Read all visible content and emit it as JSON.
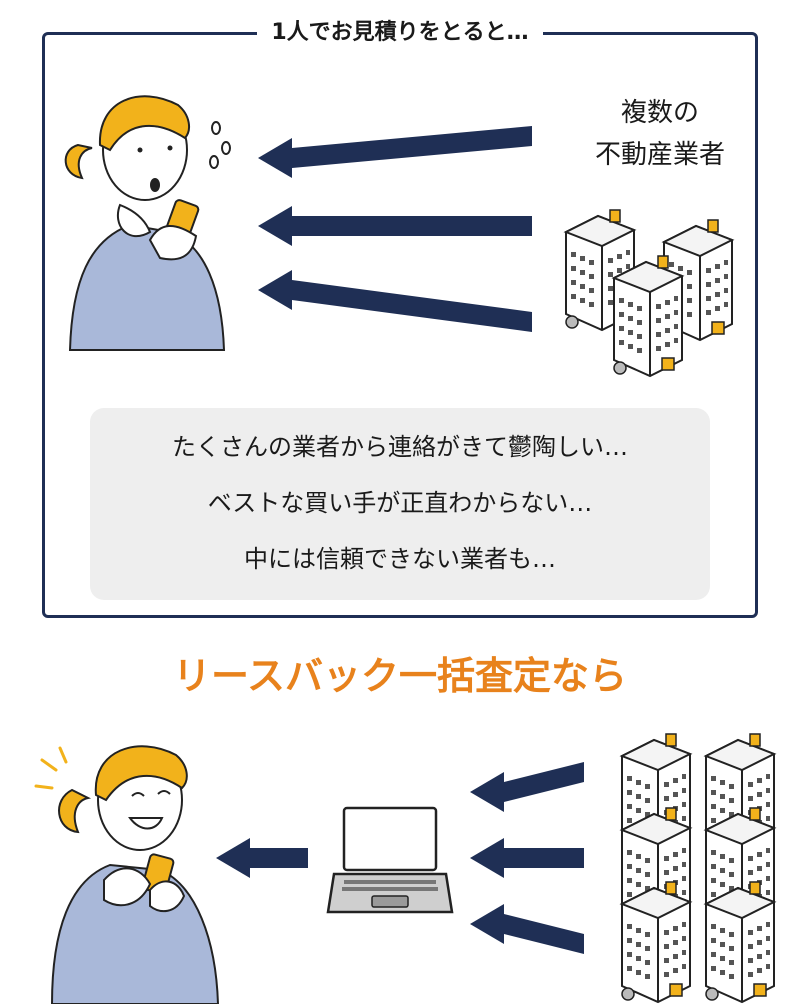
{
  "top": {
    "title": "1人でお見積りをとると…",
    "source_label_line1": "複数の",
    "source_label_line2": "不動産業者",
    "messages": [
      "たくさんの業者から連絡がきて鬱陶しい…",
      "ベストな買い手が正直わからない…",
      "中には信頼できない業者も…"
    ]
  },
  "bottom": {
    "headline": "リースバック一括査定なら"
  },
  "colors": {
    "navy": "#1f2f55",
    "accent_orange": "#e8821c",
    "hair": "#f2b21b",
    "shirt": "#a9b8d9",
    "message_bg": "#eeeeee"
  },
  "icons": [
    "surprised-woman-illustration",
    "happy-woman-illustration",
    "building-cluster-icon",
    "laptop-icon",
    "arrow-left-icon"
  ]
}
